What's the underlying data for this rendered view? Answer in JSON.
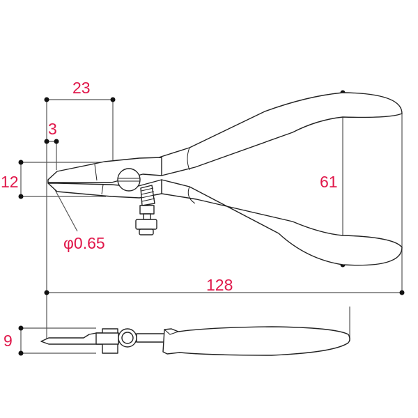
{
  "drawing": {
    "subject": "pliers",
    "label_color": "#e0174a",
    "dimensions": {
      "jaw_length": "23",
      "tip_length": "3",
      "jaw_height": "12",
      "tip_diameter": "φ0.65",
      "handle_span": "61",
      "overall_length": "128",
      "thickness": "9"
    }
  }
}
